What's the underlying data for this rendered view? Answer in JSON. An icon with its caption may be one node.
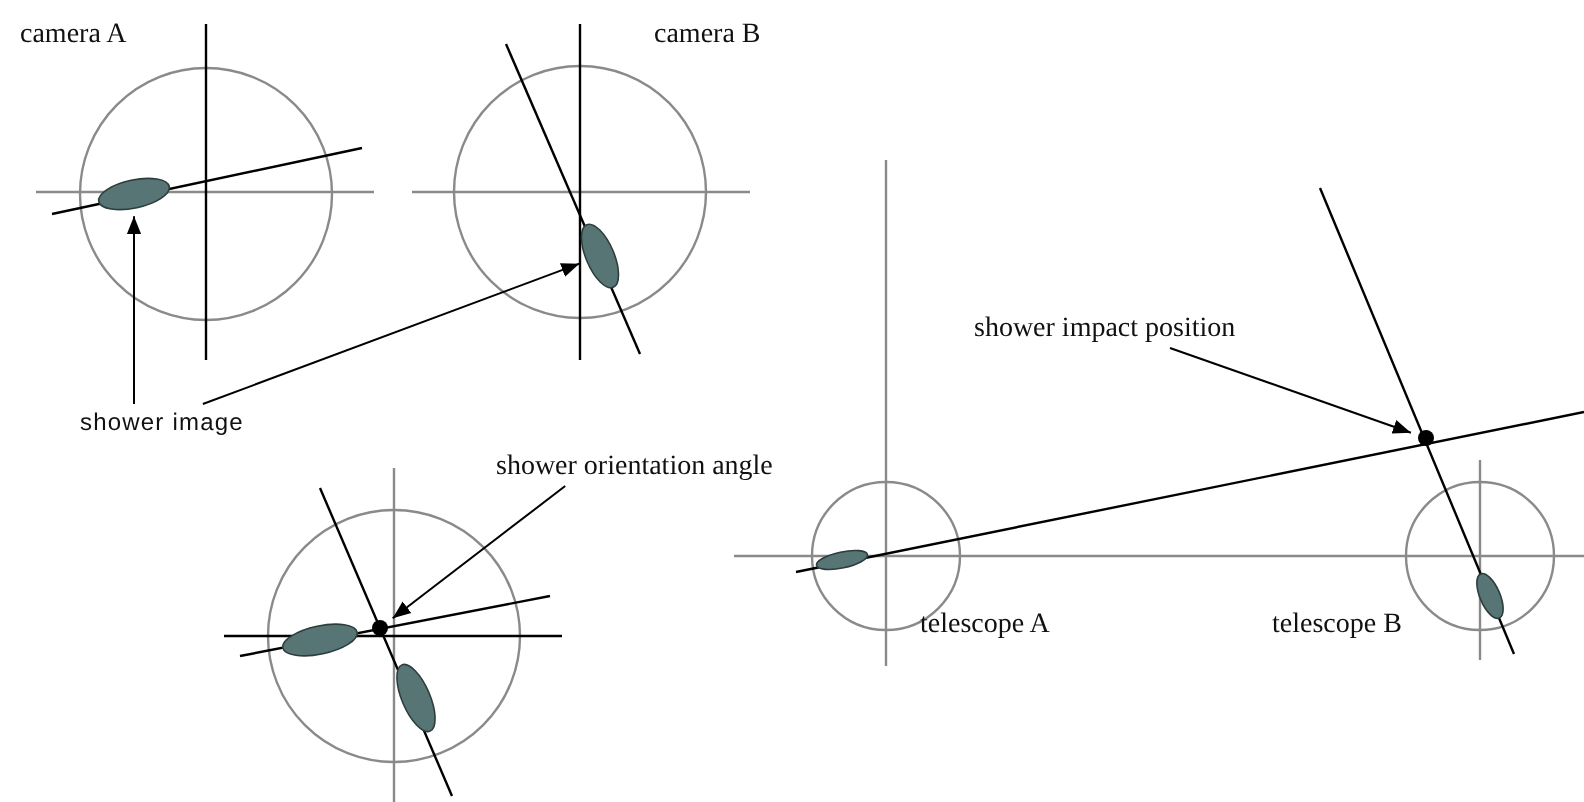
{
  "diagram": {
    "nodes": [
      {
        "text": [
          "shower image"
        ]
      },
      {
        "text": [],
        "shape": "ellipse"
      },
      {
        "text": [],
        "shape": "ellipse"
      },
      {
        "text": [
          "shower orientation angle"
        ]
      },
      {
        "text": [],
        "shape": "circle"
      },
      {
        "text": [
          "shower impact position"
        ]
      },
      {
        "text": [],
        "shape": "circle"
      },
      {
        "text": [],
        "shape": "ellipse"
      },
      {
        "text": [],
        "shape": "ellipse"
      }
    ],
    "edges": [
      {
        "from": 0,
        "to": 1,
        "arrow": "to"
      },
      {
        "from": 0,
        "to": 2,
        "arrow": "to"
      },
      {
        "from": 3,
        "to": 4,
        "arrow": "to"
      },
      {
        "from": 5,
        "to": 6,
        "arrow": "to"
      }
    ],
    "labels": [
      "camera A",
      "camera B",
      "telescope A",
      "telescope B"
    ]
  }
}
